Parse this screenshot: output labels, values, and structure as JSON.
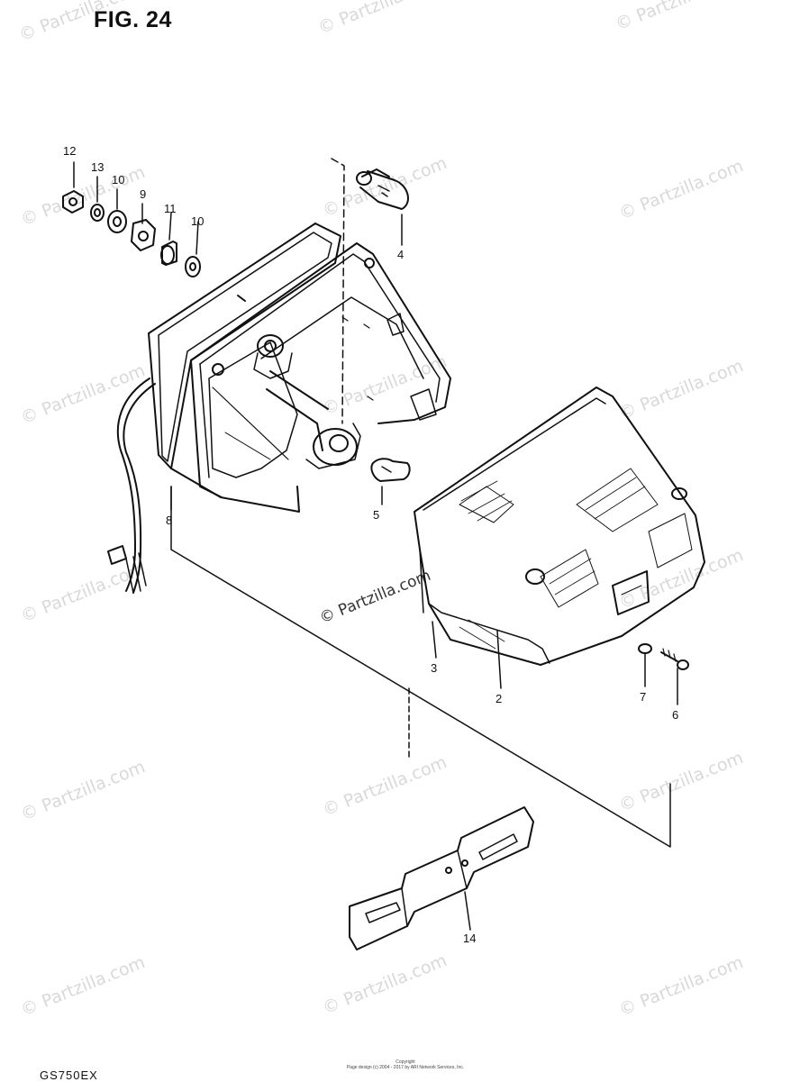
{
  "figure": {
    "title": "FIG. 24",
    "model": "GS750EX"
  },
  "footer": {
    "line1": "Copyright",
    "line2": "Page design (c) 2004 - 2017 by ARI Network Services, Inc."
  },
  "watermark": {
    "text": "© Partzilla.com"
  },
  "callouts": [
    "12",
    "13",
    "10",
    "9",
    "11",
    "10",
    "4",
    "8",
    "5",
    "3",
    "2",
    "7",
    "6",
    "14"
  ],
  "colors": {
    "line": "#111111",
    "watermark": "#d9d9d9",
    "background": "#ffffff"
  }
}
